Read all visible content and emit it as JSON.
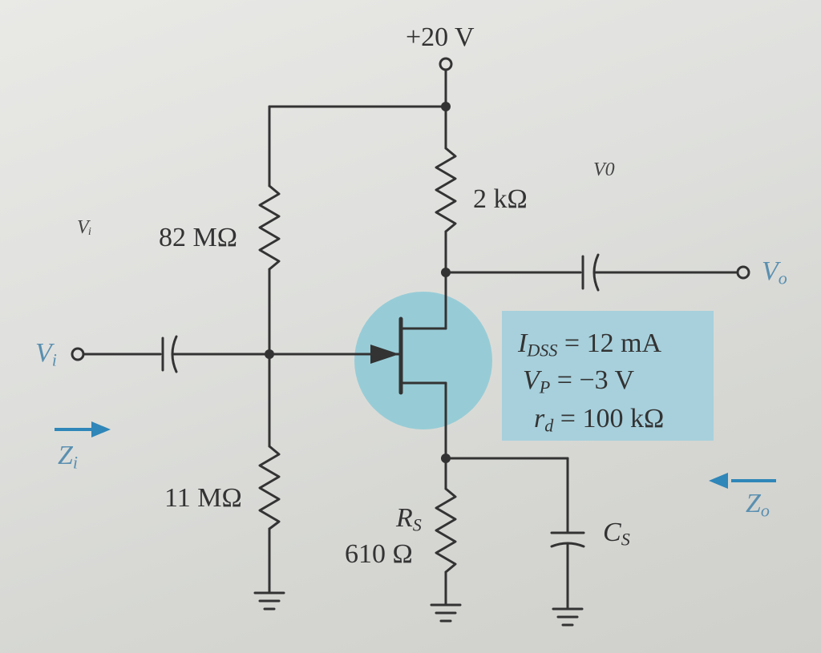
{
  "supply": {
    "label": "+20 V"
  },
  "resistors": {
    "r1": {
      "label": "82 MΩ"
    },
    "r2": {
      "label": "11 MΩ"
    },
    "rd": {
      "label": "2 kΩ"
    },
    "rs": {
      "name": "R",
      "sub": "S",
      "value": "610 Ω"
    }
  },
  "capacitor_cs": {
    "name": "C",
    "sub": "S"
  },
  "terminals": {
    "vi": {
      "name": "V",
      "sub": "i"
    },
    "vo": {
      "name": "V",
      "sub": "o"
    },
    "zi": {
      "name": "Z",
      "sub": "i"
    },
    "zo": {
      "name": "Z",
      "sub": "o"
    }
  },
  "handwritten": {
    "vi_note": "Vᵢ",
    "vo_note": "V0"
  },
  "jfet_params": {
    "idss": {
      "sym": "I",
      "sub": "DSS",
      "val": " = 12 mA"
    },
    "vp": {
      "sym": "V",
      "sub": "P",
      "val": " = −3 V"
    },
    "rd": {
      "sym": "r",
      "sub": "d",
      "val": " = 100 kΩ"
    }
  },
  "colors": {
    "wire": "#333333",
    "highlight": "#8fcad6",
    "box": "#a7d0dc",
    "arrow": "#2f86b8"
  }
}
